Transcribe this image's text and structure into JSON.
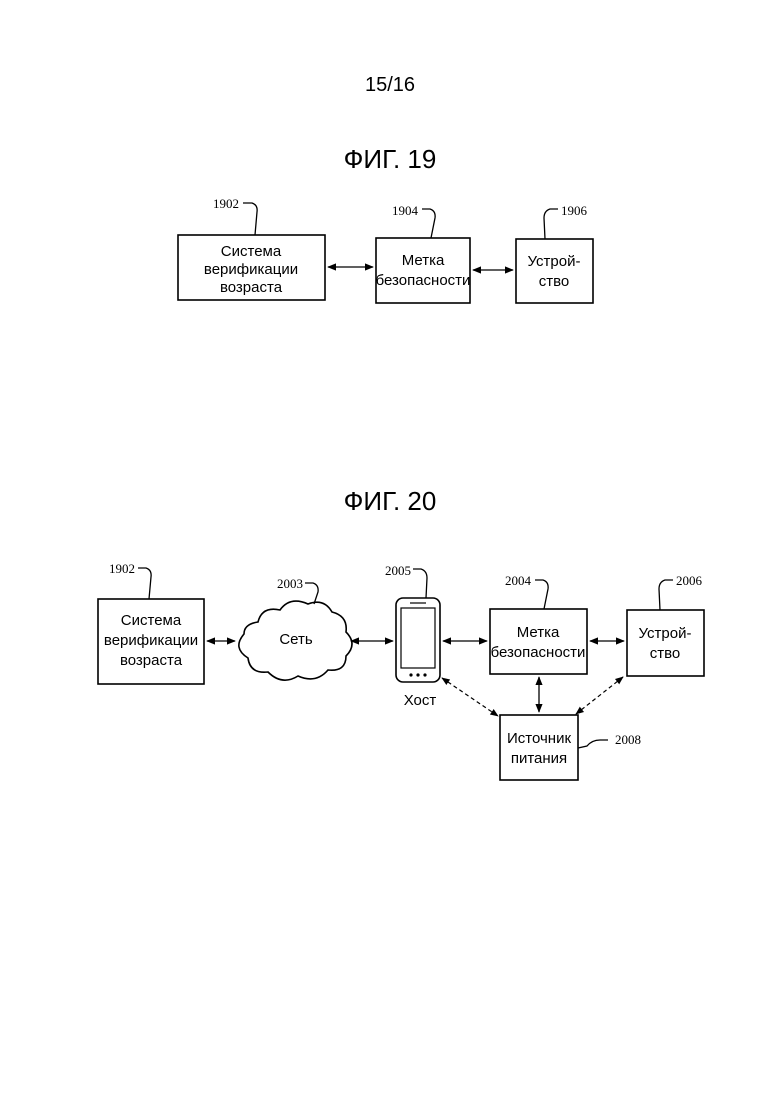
{
  "page_number": "15/16",
  "fig19": {
    "title": "ФИГ. 19",
    "age_system": {
      "ref": "1902",
      "lines": [
        "Система",
        "верификации",
        "возраста"
      ]
    },
    "security_tag": {
      "ref": "1904",
      "lines": [
        "Метка",
        "безопасности"
      ]
    },
    "device": {
      "ref": "1906",
      "lines": [
        "Устрой-",
        "ство"
      ]
    }
  },
  "fig20": {
    "title": "ФИГ. 20",
    "age_system": {
      "ref": "1902",
      "lines": [
        "Система",
        "верификации",
        "возраста"
      ]
    },
    "network": {
      "ref": "2003",
      "label": "Сеть"
    },
    "host": {
      "ref": "2005",
      "label": "Хост"
    },
    "security_tag": {
      "ref": "2004",
      "lines": [
        "Метка",
        "безопасности"
      ]
    },
    "device": {
      "ref": "2006",
      "lines": [
        "Устрой-",
        "ство"
      ]
    },
    "power_source": {
      "ref": "2008",
      "lines": [
        "Источник",
        "питания"
      ]
    }
  }
}
